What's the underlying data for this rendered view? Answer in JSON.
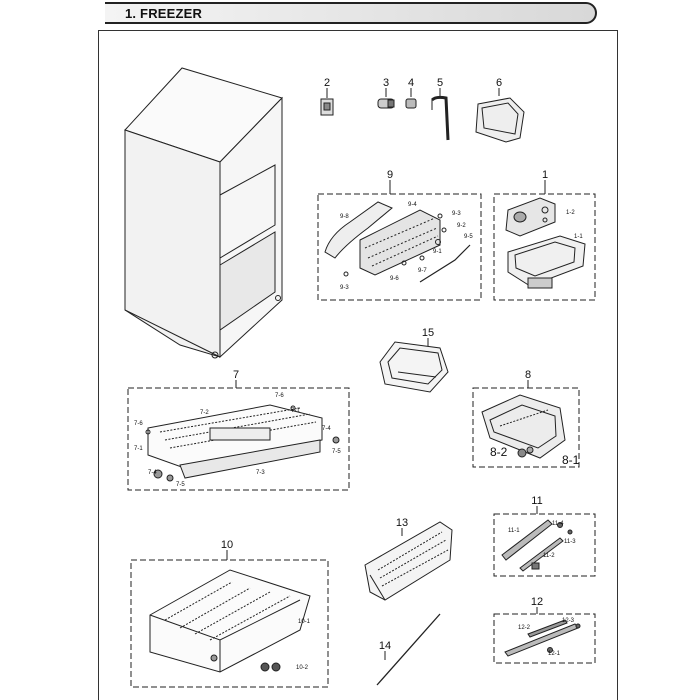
{
  "title": "1. FREEZER",
  "callouts": {
    "c2": "2",
    "c3": "3",
    "c4": "4",
    "c5": "5",
    "c6": "6",
    "c9": "9",
    "c1": "1",
    "c15": "15",
    "c7": "7",
    "c8": "8",
    "c11": "11",
    "c10": "10",
    "c13": "13",
    "c12": "12",
    "c14": "14"
  },
  "sub": {
    "s9_8": "9-8",
    "s9_4": "9-4",
    "s9_3a": "9-3",
    "s9_2": "9-2",
    "s9_5": "9-5",
    "s9_1": "9-1",
    "s9_7": "9-7",
    "s9_6": "9-6",
    "s9_3b": "9-3",
    "s1_2": "1-2",
    "s1_1": "1-1",
    "s7_2": "7-2",
    "s7_6a": "7-6",
    "s7_1a": "7-1",
    "s7_6b": "7-6",
    "s7_1b": "7-1",
    "s7_4a": "7-4",
    "s7_5a": "7-5",
    "s7_3": "7-3",
    "s7_4b": "7-4",
    "s7_5b": "7-5",
    "s8_2": "8-2",
    "s8_1": "8-1",
    "s11_1": "11-1",
    "s11_4": "11-4",
    "s11_3": "11-3",
    "s11_2": "11-2",
    "s10_1": "10-1",
    "s10_2": "10-2",
    "s12_2": "12-2",
    "s12_3": "12-3",
    "s12_1": "12-1"
  }
}
